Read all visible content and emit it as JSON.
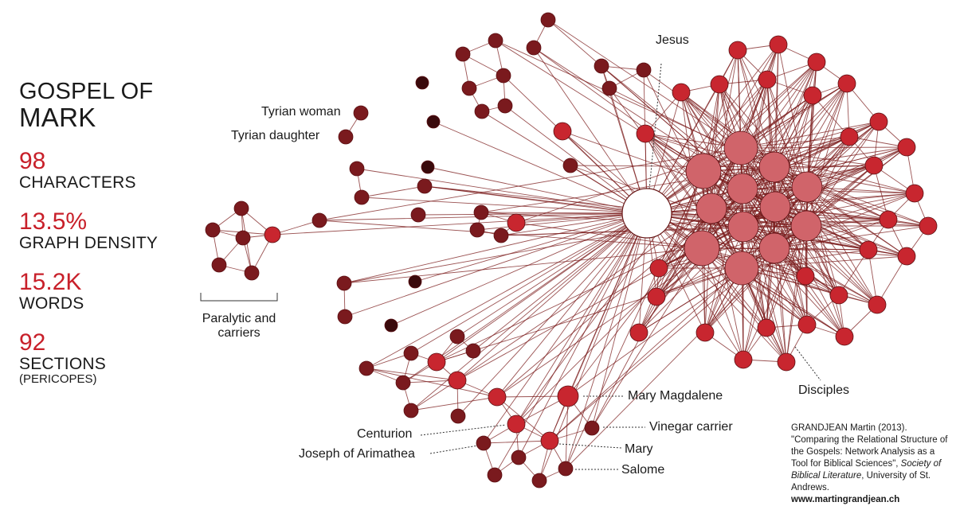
{
  "title": {
    "line1": "GOSPEL OF",
    "line2": "MARK"
  },
  "stats": [
    {
      "value": "98",
      "label": "CHARACTERS",
      "sub": ""
    },
    {
      "value": "13.5%",
      "label": "GRAPH DENSITY",
      "sub": ""
    },
    {
      "value": "15.2K",
      "label": "WORDS",
      "sub": ""
    },
    {
      "value": "92",
      "label": "SECTIONS",
      "sub": "(PERICOPES)"
    }
  ],
  "labels": {
    "jesus": "Jesus",
    "tyrian_woman": "Tyrian woman",
    "tyrian_daughter": "Tyrian daughter",
    "paralytic": "Paralytic and carriers",
    "mary_magdalene": "Mary Magdalene",
    "vinegar": "Vinegar carrier",
    "centurion": "Centurion",
    "joseph": "Joseph of Arimathea",
    "mary": "Mary",
    "salome": "Salome",
    "disciples": "Disciples"
  },
  "citation": {
    "text1": "GRANDJEAN Martin (2013). \"Comparing the Relational Structure of the Gospels: Network Analysis as a Tool for Biblical Sciences\", ",
    "journal": "Society of Biblical Literature",
    "text2": ", University of St. Andrews.",
    "url": "www.martingrandjean.ch"
  },
  "colors": {
    "accent": "#c8202a",
    "edge": "#7a1a1a",
    "disciple": "#d0646a",
    "node_red": "#c8262f",
    "node_dark": "#7a1a1e",
    "node_darkest": "#3a0a0c",
    "jesus": "#ffffff"
  }
}
